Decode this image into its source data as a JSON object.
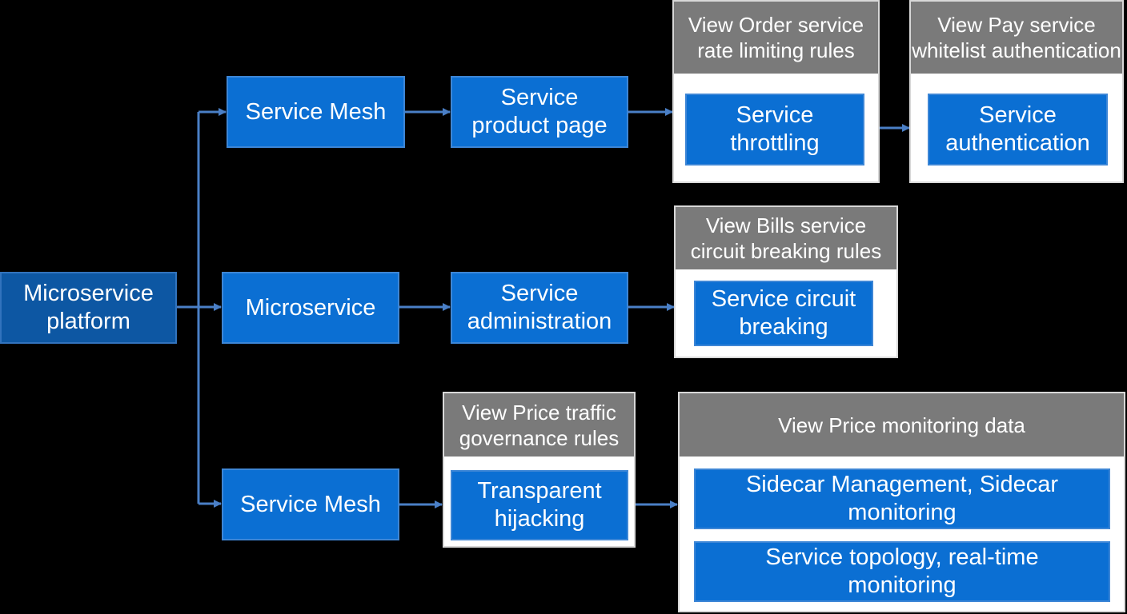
{
  "colors": {
    "background": "#000000",
    "node_blue": "#0b6fd3",
    "root_dark_blue": "#0d57a3",
    "header_gray": "#7a7a7a",
    "panel_white": "#ffffff",
    "connector": "#4a7fc6"
  },
  "root": {
    "label": "Microservice\nplatform"
  },
  "branches": [
    {
      "first": "Service Mesh",
      "second": "Service\nproduct page",
      "panels": [
        {
          "header": "View Order service\nrate limiting rules",
          "items": [
            "Service\nthrottling"
          ]
        },
        {
          "header": "View Pay service\nwhitelist authentication",
          "items": [
            "Service\nauthentication"
          ]
        }
      ]
    },
    {
      "first": "Microservice",
      "second": "Service\nadministration",
      "panels": [
        {
          "header": "View Bills service\ncircuit breaking rules",
          "items": [
            "Service circuit\nbreaking"
          ]
        }
      ]
    },
    {
      "first": "Service Mesh",
      "panels": [
        {
          "header": "View Price traffic\ngovernance rules",
          "items": [
            "Transparent\nhijacking"
          ]
        },
        {
          "header": "View Price monitoring data",
          "items": [
            "Sidecar Management, Sidecar\nmonitoring",
            "Service topology, real-time\nmonitoring"
          ]
        }
      ]
    }
  ]
}
